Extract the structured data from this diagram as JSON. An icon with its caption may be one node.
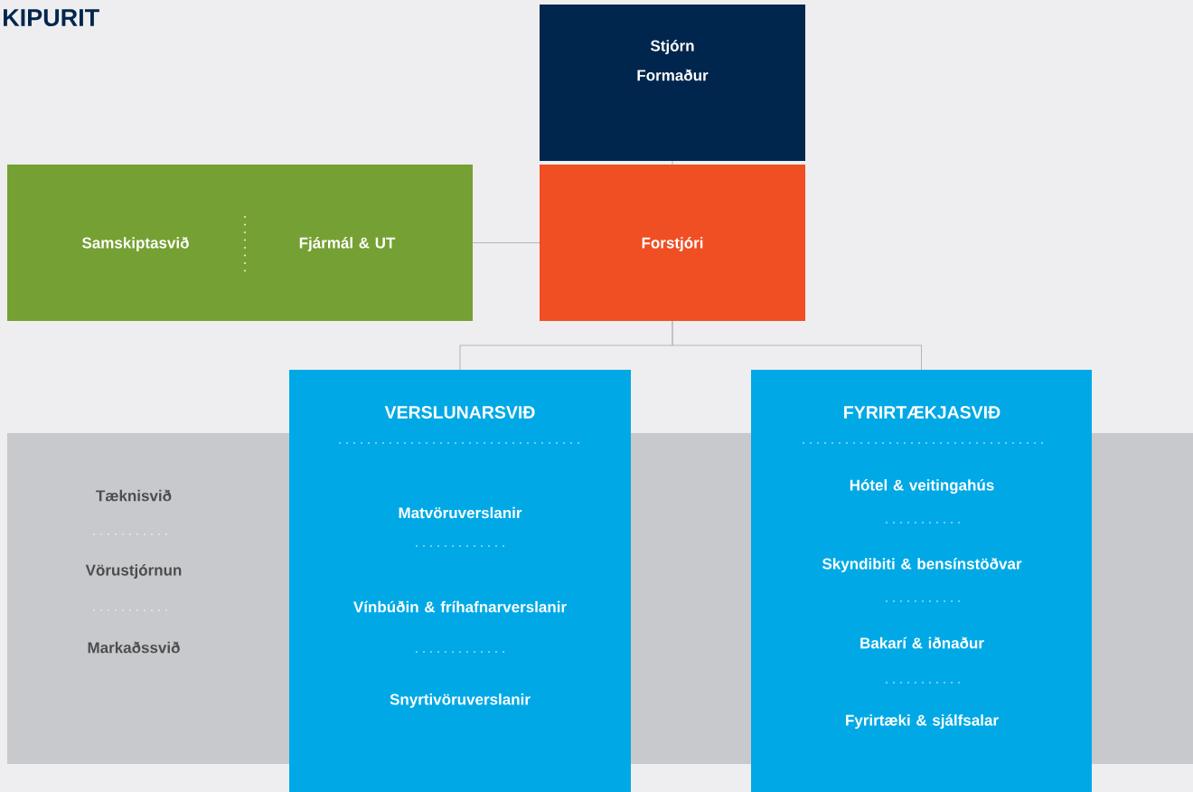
{
  "diagram": {
    "title": "KIPURIT",
    "nodes": [
      {
        "text": [
          "Stjórn",
          "Formaður"
        ]
      },
      {
        "text": [
          "Samskiptasvið",
          "Fjármál & UT"
        ]
      },
      {
        "text": [
          "Forstjóri"
        ]
      },
      {
        "text": [
          "Tæknisvið",
          "Vörustjórnun",
          "Markaðssvið"
        ]
      },
      {
        "text": [
          "VERSLUNARSVIÐ",
          "Matvöruverslanir",
          "Vínbúðin & fríhafnarverslanir",
          "Snyrtivöruverslanir"
        ]
      },
      {
        "text": [
          "FYRIRTÆKJASVIÐ",
          "Hótel & veitingahús",
          "Skyndibiti & bensínstöðvar",
          "Bakarí & iðnaður",
          "Fyrirtæki & sjálfsalar"
        ]
      }
    ],
    "edges": [
      {
        "from": 0,
        "to": 2,
        "arrow": "none"
      },
      {
        "from": 1,
        "to": 2,
        "arrow": "none"
      },
      {
        "from": 2,
        "to": 4,
        "arrow": "none"
      },
      {
        "from": 2,
        "to": 5,
        "arrow": "none"
      }
    ]
  }
}
